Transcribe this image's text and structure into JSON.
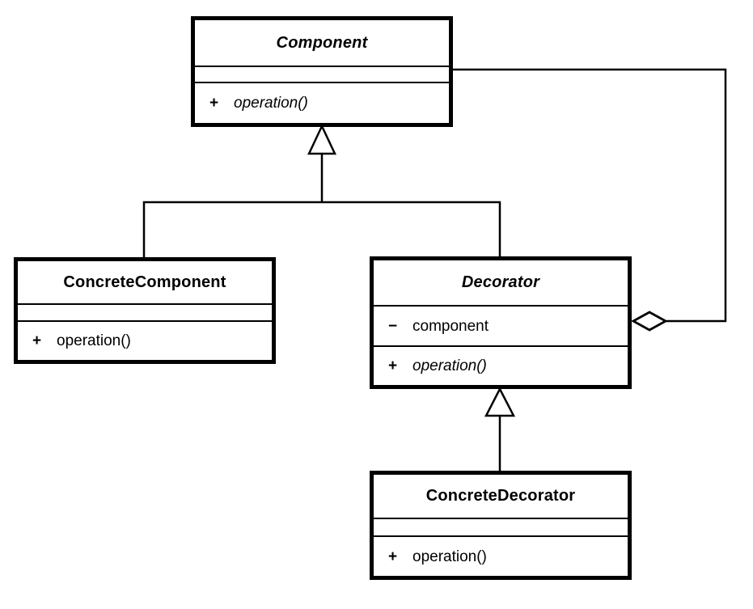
{
  "classes": {
    "component": {
      "name": "Component",
      "operations": [
        {
          "visibility": "+",
          "signature": "operation()"
        }
      ]
    },
    "concreteComponent": {
      "name": "ConcreteComponent",
      "operations": [
        {
          "visibility": "+",
          "signature": "operation()"
        }
      ]
    },
    "decorator": {
      "name": "Decorator",
      "attributes": [
        {
          "visibility": "−",
          "name": "component"
        }
      ],
      "operations": [
        {
          "visibility": "+",
          "signature": "operation()"
        }
      ]
    },
    "concreteDecorator": {
      "name": "ConcreteDecorator",
      "operations": [
        {
          "visibility": "+",
          "signature": "operation()"
        }
      ]
    }
  },
  "colors": {
    "line": "#000000",
    "background": "#ffffff"
  }
}
